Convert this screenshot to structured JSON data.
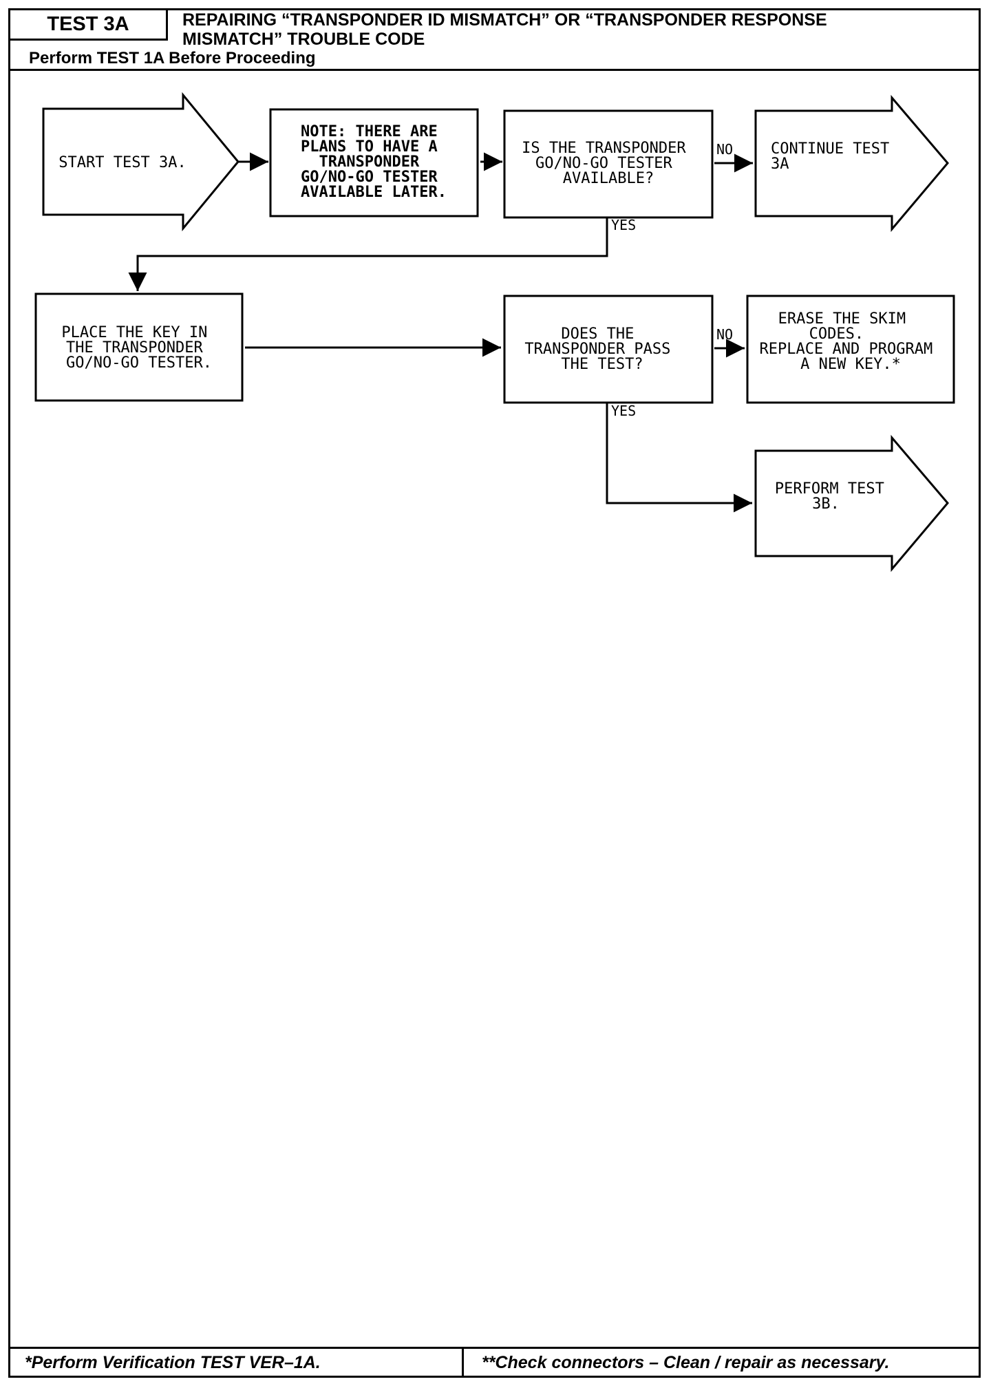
{
  "header": {
    "test_id": "TEST 3A",
    "title_line1": "REPAIRING “TRANSPONDER ID MISMATCH” OR “TRANSPONDER RESPONSE",
    "title_line2": "MISMATCH” TROUBLE CODE",
    "prerequisite": "Perform TEST 1A Before Proceeding"
  },
  "flow": {
    "start": [
      "START TEST 3A."
    ],
    "note": [
      "NOTE: THERE ARE",
      "PLANS TO HAVE A",
      "TRANSPONDER",
      "GO/NO-GO TESTER",
      "AVAILABLE LATER."
    ],
    "question_tester": [
      "IS THE TRANSPONDER",
      "GO/NO-GO TESTER",
      "AVAILABLE?"
    ],
    "continue": [
      "CONTINUE TEST",
      "3A"
    ],
    "place_key": [
      "PLACE THE KEY IN",
      "THE TRANSPONDER",
      "GO/NO-GO TESTER."
    ],
    "question_pass": [
      "DOES THE",
      "TRANSPONDER PASS",
      "THE TEST?"
    ],
    "erase": [
      "ERASE THE SKIM",
      "CODES.",
      "REPLACE AND PROGRAM",
      "A NEW KEY.*"
    ],
    "perform_3b": [
      "PERFORM TEST",
      "3B."
    ],
    "label_no_1": "NO",
    "label_yes_1": "YES",
    "label_no_2": "NO",
    "label_yes_2": "YES"
  },
  "footer": {
    "left": "*Perform Verification TEST VER–1A.",
    "right": "**Check connectors – Clean / repair as necessary."
  }
}
